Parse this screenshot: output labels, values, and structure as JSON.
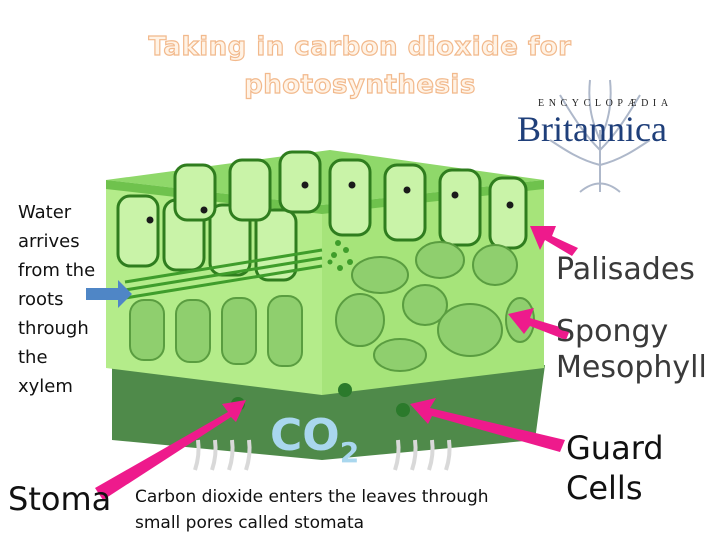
{
  "title": {
    "line1": "Taking in carbon dioxide for",
    "line2": "photosynthesis"
  },
  "logo": {
    "small": "ENCYCLOPÆDIA",
    "big": "Britannica"
  },
  "labels": {
    "water": "Water arrives from the roots through the xylem",
    "palisades": "Palisades",
    "spongy": "Spongy Mesophyll",
    "guard": "Guard Cells",
    "stoma": "Stoma",
    "caption": "Carbon dioxide enters the leaves through small pores called stomata"
  },
  "diagram": {
    "co2_text": "CO",
    "co2_sub": "2"
  },
  "colors": {
    "leaf_green": "#8ed86a",
    "cell_wall": "#2f7d1e",
    "pink_arrow": "#ee1a8c",
    "blue_arrow": "#4f86c6",
    "underside": "#4f8a4a"
  }
}
